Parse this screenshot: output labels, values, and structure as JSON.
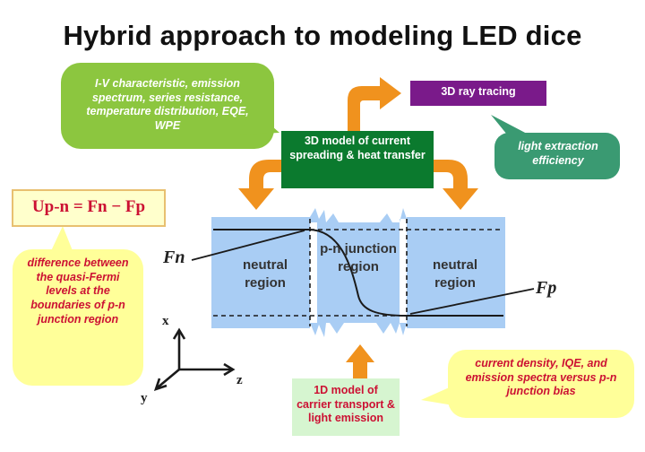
{
  "title": "Hybrid approach to modeling LED dice",
  "callouts": {
    "iv_text": "I-V characteristic, emission spectrum, series resistance, temperature distribution, EQE, WPE",
    "light_extraction": "light extraction efficiency",
    "fermi_difference": "difference between the quasi-Fermi levels at the boundaries of p-n junction region",
    "current_density": "current density, IQE, and emission spectra versus p-n junction bias"
  },
  "boxes": {
    "model_3d": "3D model of current spreading & heat transfer",
    "ray_tracing": "3D ray tracing",
    "model_1d": "1D model of carrier transport & light emission"
  },
  "regions": {
    "neutral_left": "neutral region",
    "pn_junction": "p-n junction region",
    "neutral_right": "neutral region"
  },
  "equation": "Up-n = Fn − Fp",
  "labels": {
    "fn": "Fn",
    "fp": "Fp"
  },
  "axes": {
    "x": "x",
    "y": "y",
    "z": "z"
  },
  "colors": {
    "green_callout": "#8cc63f",
    "teal_callout": "#3a9a72",
    "yellow_callout": "#ffff99",
    "dark_green_box": "#0b7a2e",
    "purple_box": "#7a1a8a",
    "light_green_box": "#d6f5d0",
    "blue_region": "#a9cdf4",
    "orange_arrow": "#f0921e",
    "red_text": "#cc1133"
  }
}
